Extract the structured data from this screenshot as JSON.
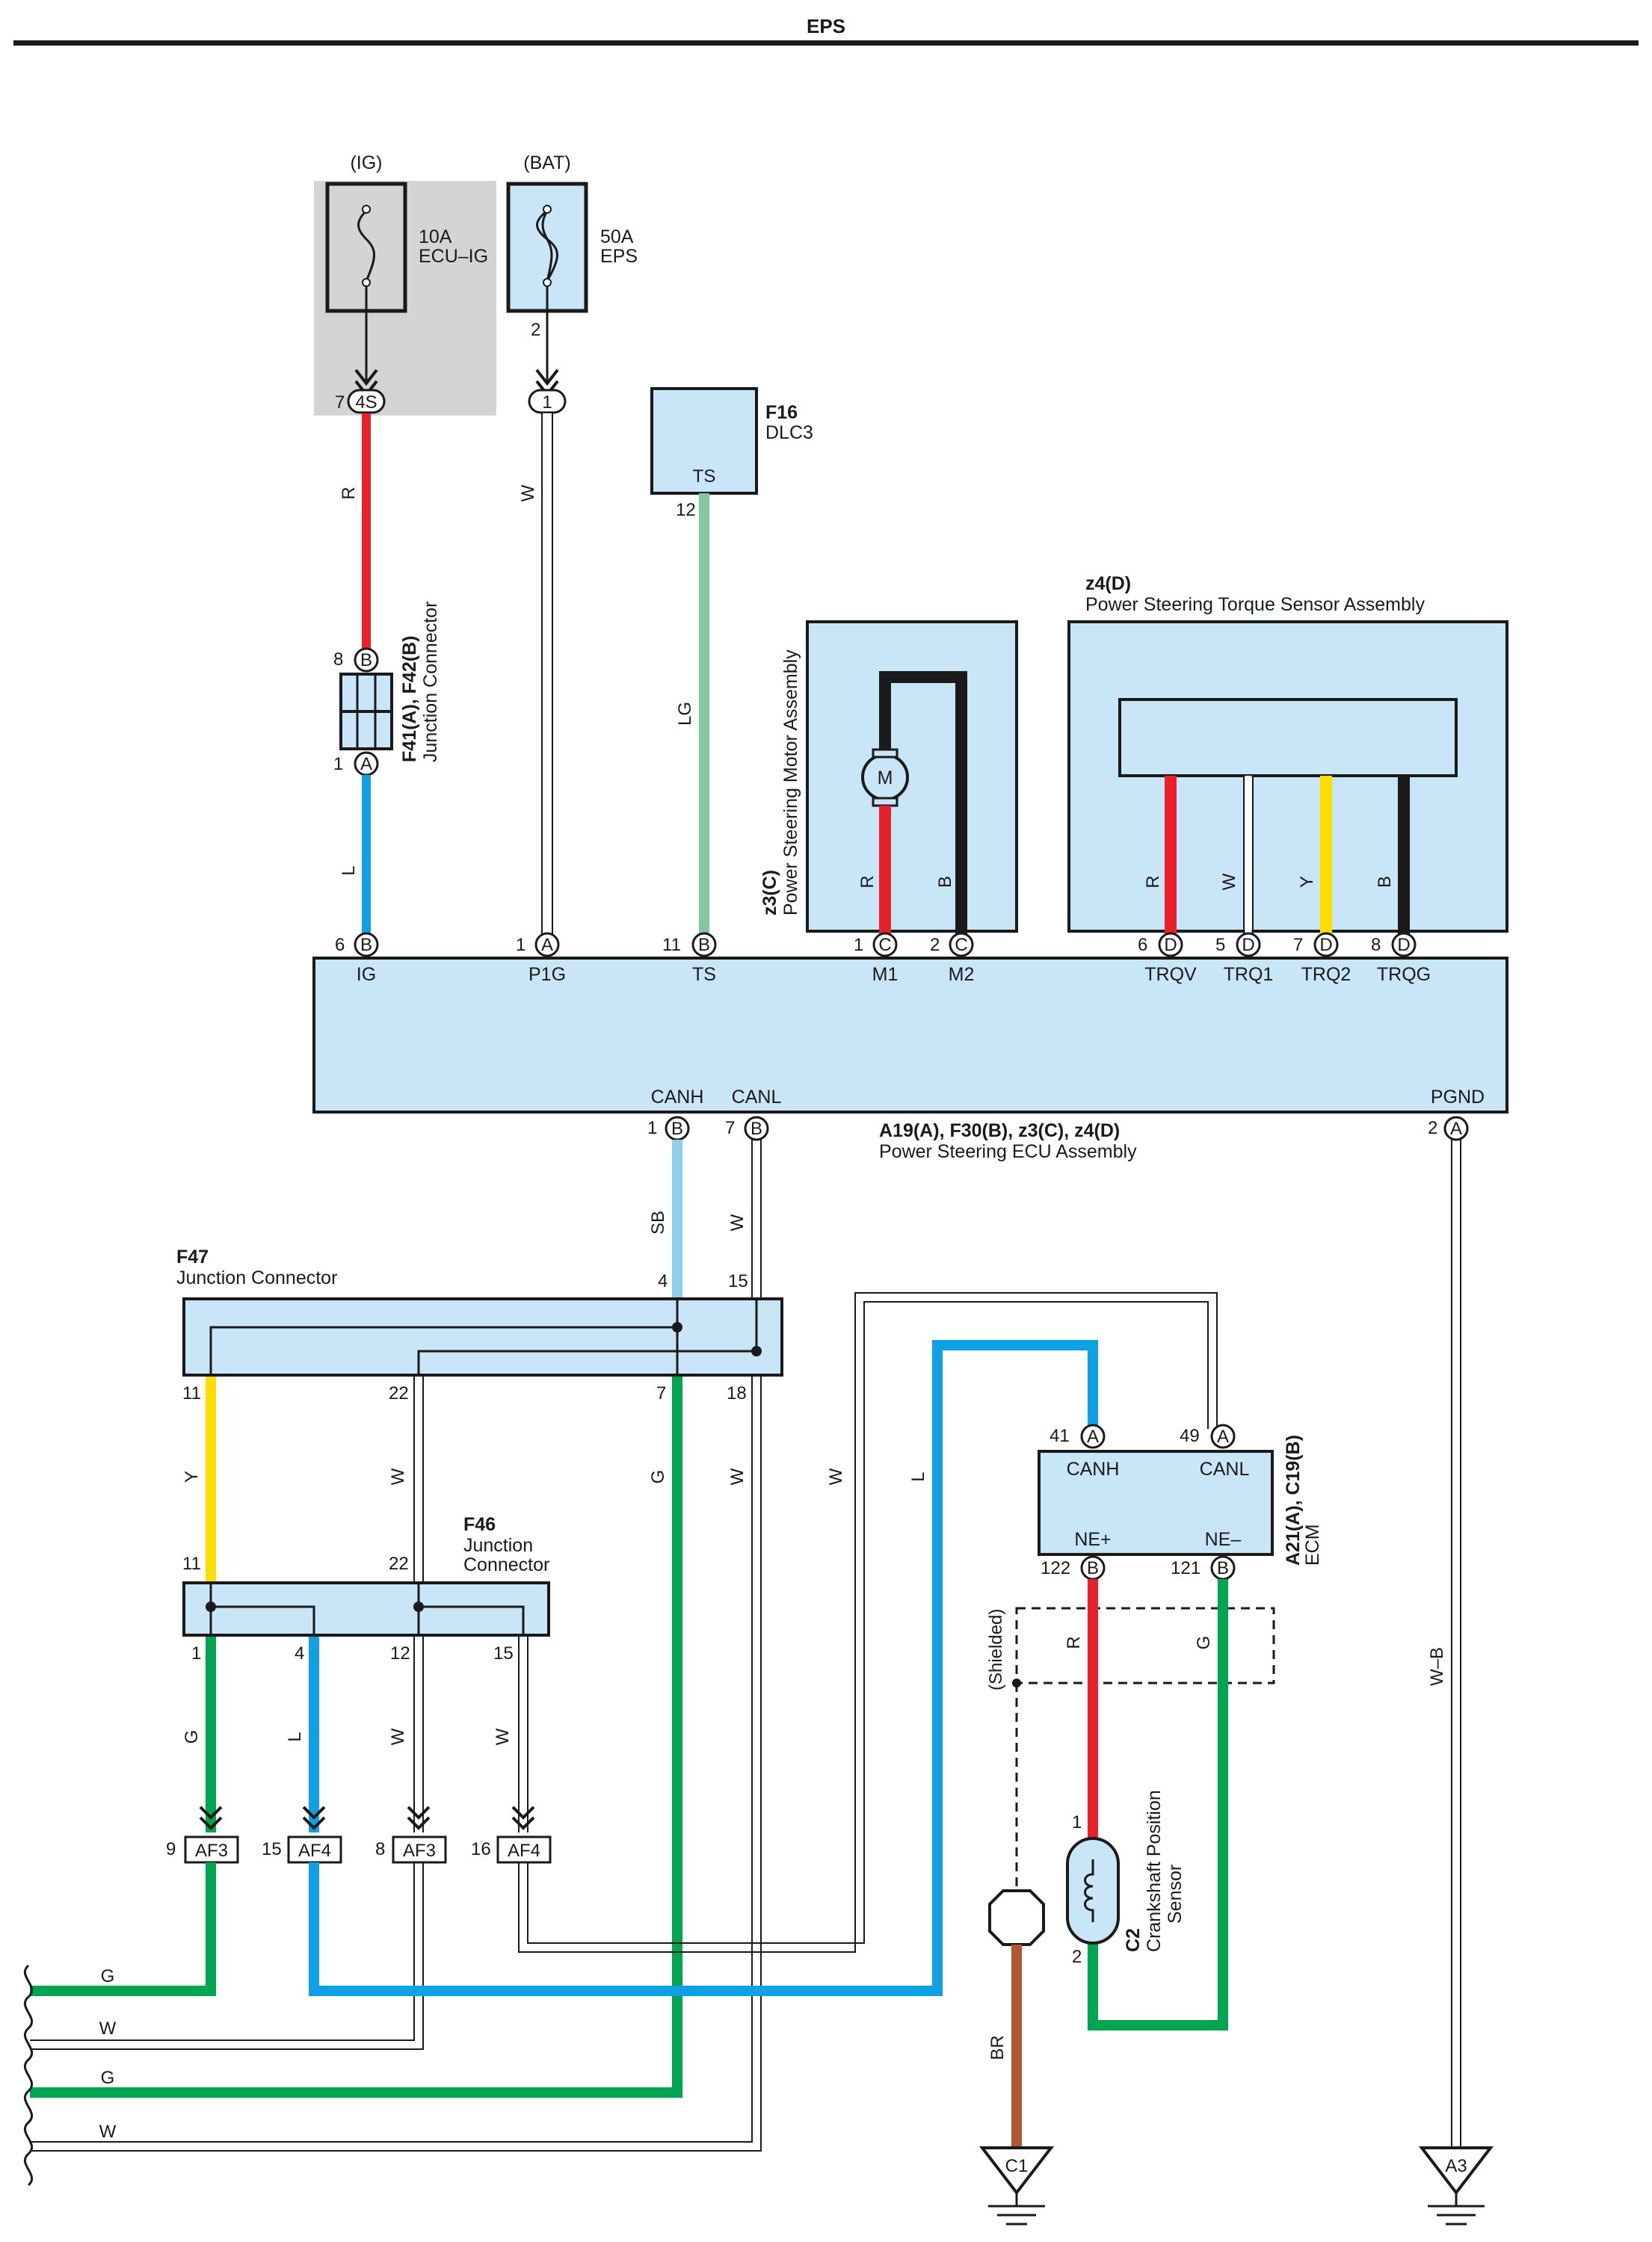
{
  "title": "EPS",
  "fuses": {
    "ig": {
      "source": "(IG)",
      "rating": "10A",
      "name": "ECU–IG"
    },
    "bat": {
      "source": "(BAT)",
      "rating": "50A",
      "name": "EPS"
    }
  },
  "connectors": {
    "pin_7": "7",
    "c_4s": "4S",
    "pin_2": "2",
    "c_1": "1",
    "f16_id": "F16",
    "f16_name": "DLC3",
    "f16_term": "TS",
    "f16_pin": "12",
    "f41_id": "F41(A), F42(B)",
    "f41_name": "Junction Connector",
    "f41_pin_top": "8",
    "f41_pin_bot": "1",
    "z3_id": "z3(C)",
    "z3_name": "Power Steering Motor Assembly",
    "z4_id": "z4(D)",
    "z4_name": "Power Steering Torque Sensor Assembly",
    "ecu_id": "A19(A), F30(B), z3(C), z4(D)",
    "ecu_name": "Power Steering ECU Assembly",
    "f47_id": "F47",
    "f47_name": "Junction Connector",
    "f46_id": "F46",
    "f46_name_1": "Junction",
    "f46_name_2": "Connector",
    "ecm_id": "A21(A), C19(B)",
    "ecm_name": "ECM",
    "c2_id": "C2",
    "c2_name_1": "Crankshaft Position",
    "c2_name_2": "Sensor",
    "shielded": "(Shielded)",
    "motor_symbol": "M"
  },
  "ecu_pins": {
    "ig": {
      "num": "6",
      "letter": "B",
      "label": "IG"
    },
    "p1g": {
      "num": "1",
      "letter": "A",
      "label": "P1G"
    },
    "ts": {
      "num": "11",
      "letter": "B",
      "label": "TS"
    },
    "m1": {
      "num": "1",
      "letter": "C",
      "label": "M1"
    },
    "m2": {
      "num": "2",
      "letter": "C",
      "label": "M2"
    },
    "trqv": {
      "num": "6",
      "letter": "D",
      "label": "TRQV"
    },
    "trq1": {
      "num": "5",
      "letter": "D",
      "label": "TRQ1"
    },
    "trq2": {
      "num": "7",
      "letter": "D",
      "label": "TRQ2"
    },
    "trqg": {
      "num": "8",
      "letter": "D",
      "label": "TRQG"
    },
    "canh": {
      "num": "1",
      "letter": "B",
      "label": "CANH"
    },
    "canl": {
      "num": "7",
      "letter": "B",
      "label": "CANL"
    },
    "pgnd": {
      "num": "2",
      "letter": "A",
      "label": "PGND"
    }
  },
  "ecm_pins": {
    "canh": {
      "num": "41",
      "letter": "A",
      "label": "CANH"
    },
    "canl": {
      "num": "49",
      "letter": "A",
      "label": "CANL"
    },
    "nep": {
      "num": "122",
      "letter": "B",
      "label": "NE+"
    },
    "nem": {
      "num": "121",
      "letter": "B",
      "label": "NE–"
    }
  },
  "letters": {
    "a": "A",
    "b": "B"
  },
  "f47_pins": {
    "p4": "4",
    "p15": "15",
    "p11": "11",
    "p22": "22",
    "p7": "7",
    "p18": "18"
  },
  "f46_pins": {
    "p11": "11",
    "p22": "22",
    "p1": "1",
    "p4": "4",
    "p12": "12",
    "p15": "15"
  },
  "c2_pins": {
    "p1": "1",
    "p2": "2"
  },
  "splices": [
    {
      "num": "9",
      "id": "AF3"
    },
    {
      "num": "15",
      "id": "AF4"
    },
    {
      "num": "8",
      "id": "AF3"
    },
    {
      "num": "16",
      "id": "AF4"
    }
  ],
  "grounds": {
    "c1": "C1",
    "a3": "A3"
  },
  "wire_colors": {
    "r": "R",
    "w": "W",
    "lg": "LG",
    "l": "L",
    "b": "B",
    "y": "Y",
    "sb": "SB",
    "g": "G",
    "br": "BR",
    "wb": "W–B"
  },
  "palette": {
    "red": "#e8212b",
    "blue": "#0ea1e6",
    "lightgreen": "#82c9a0",
    "lightblue": "#8ecfee",
    "yellow": "#ffdd00",
    "green": "#00a550",
    "brown": "#b0582f",
    "black": "#1a1a1a",
    "box_fill": "#c8e6f7",
    "shade": "#d4d4d4"
  }
}
